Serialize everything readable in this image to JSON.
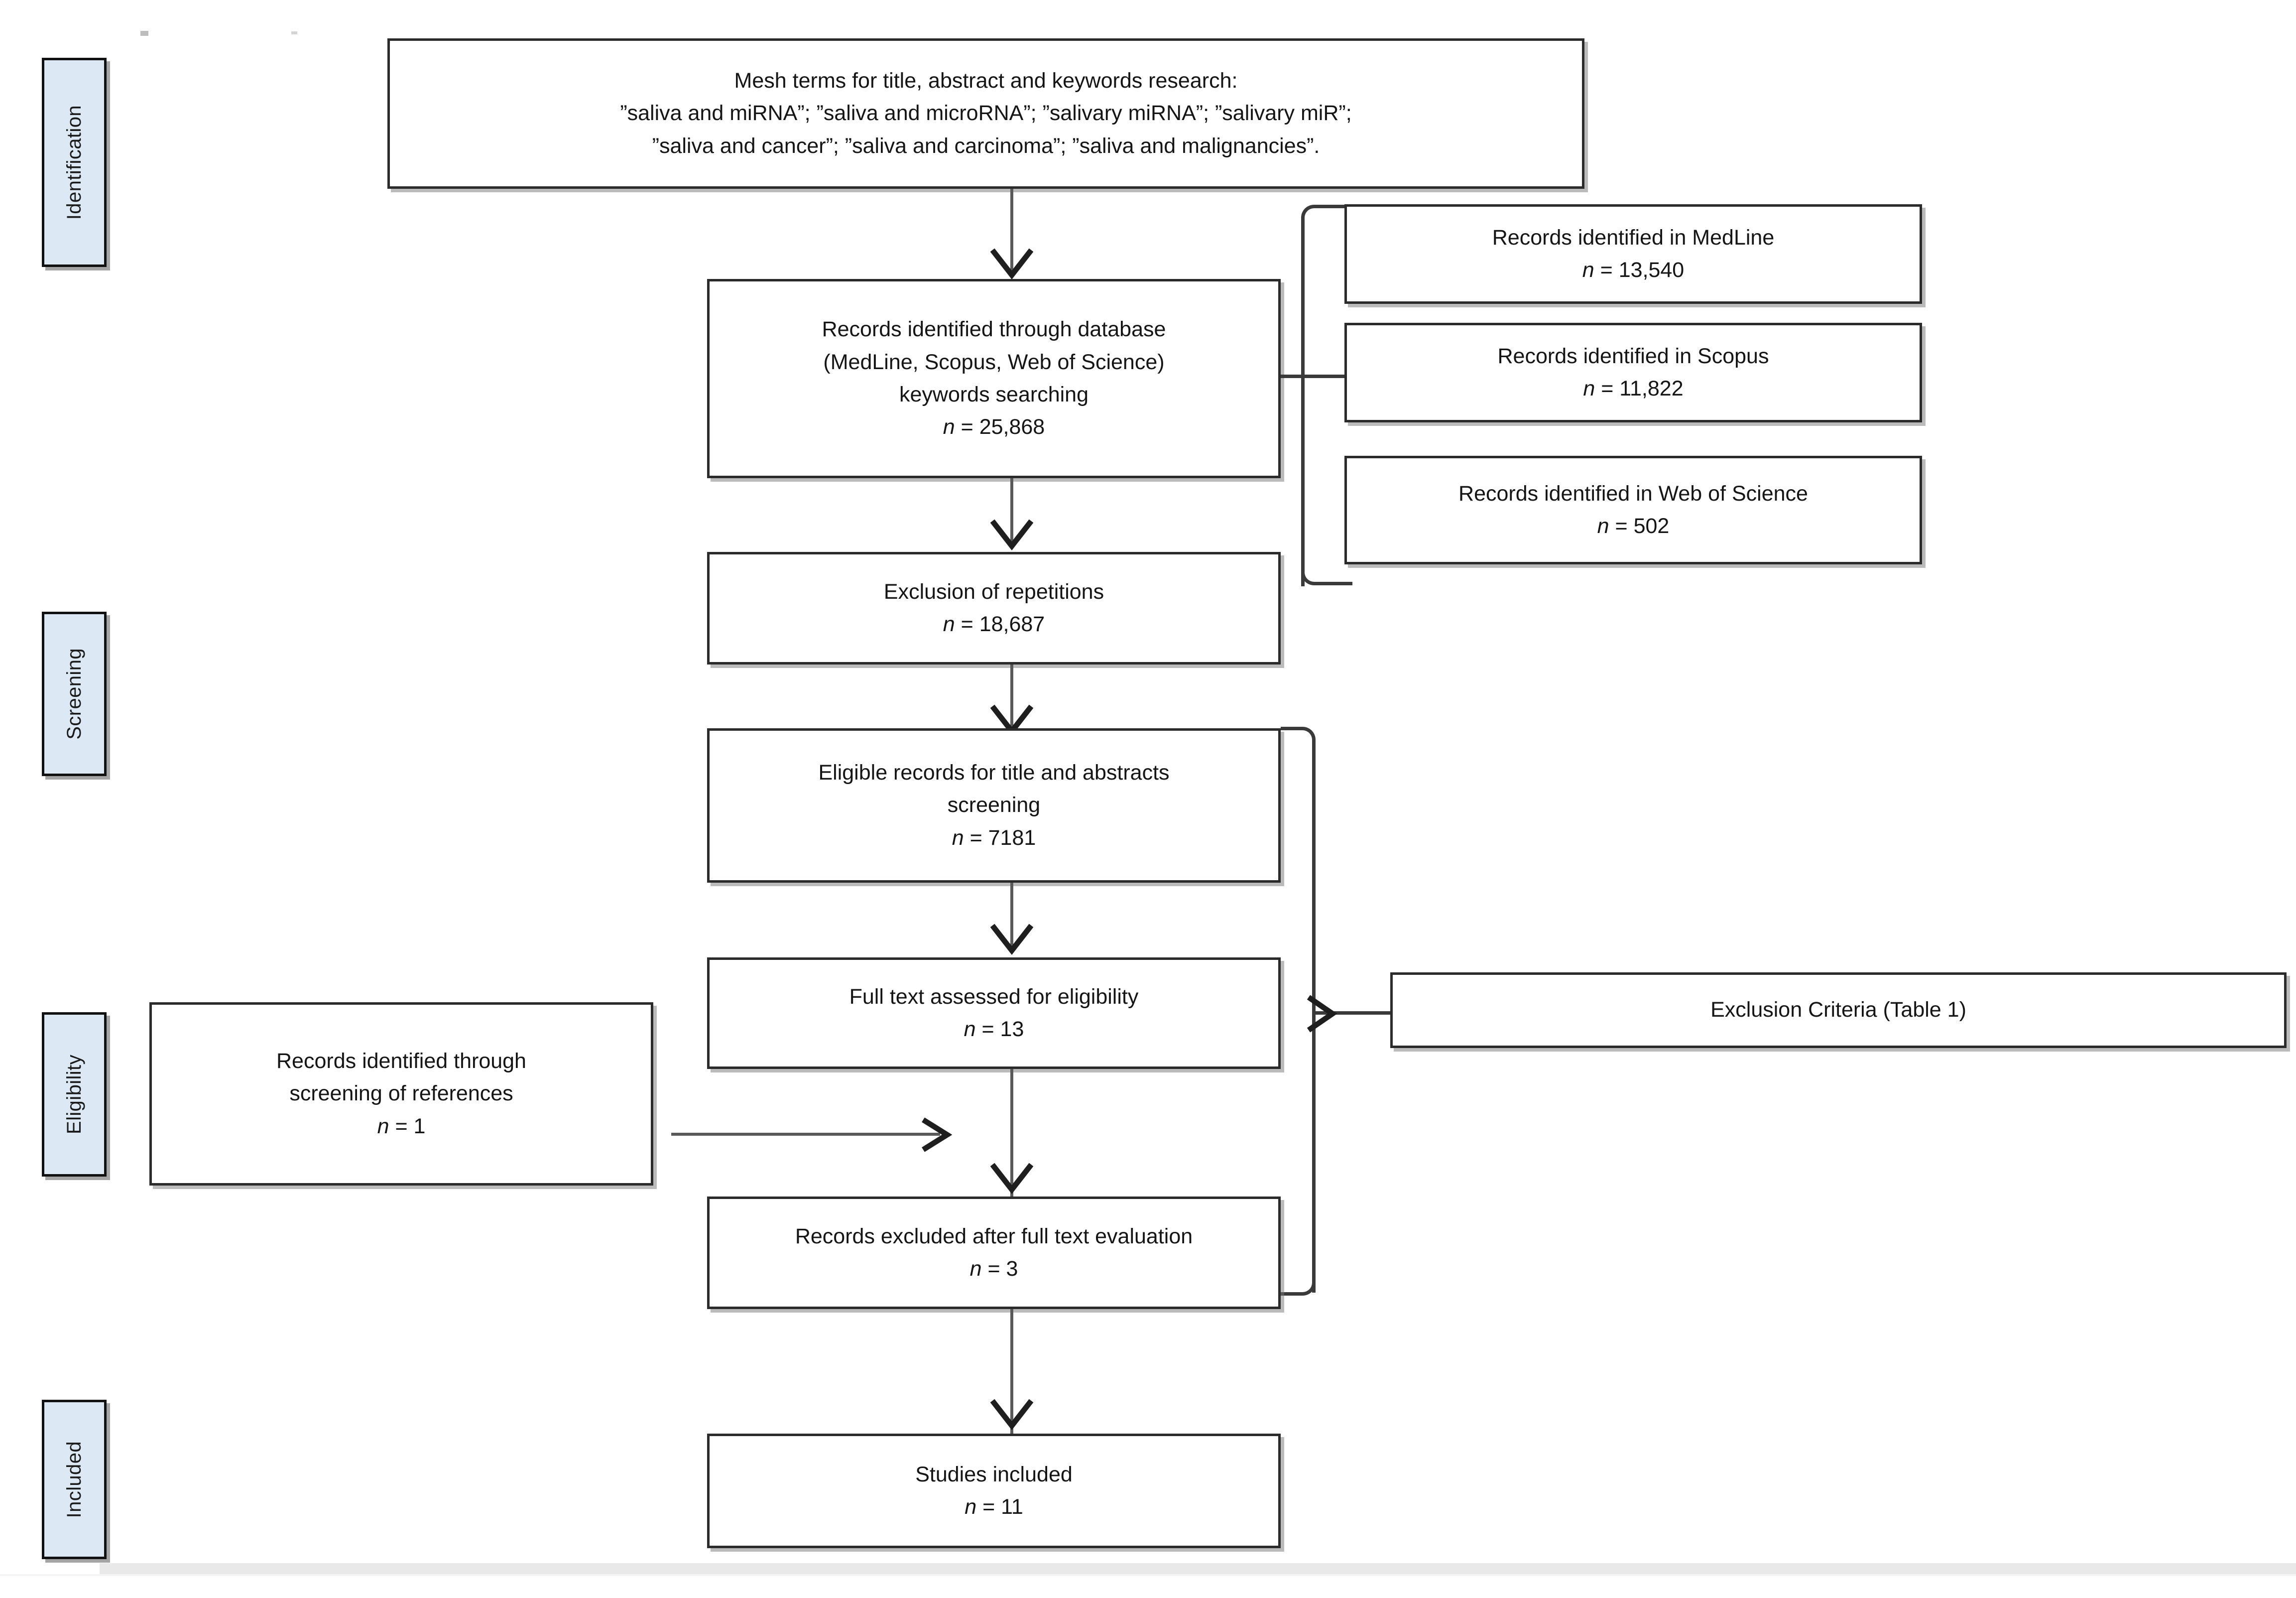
{
  "diagram": {
    "title": "PRISMA study selection flow diagram",
    "accent_color": "#dce9f5",
    "box_border_color": "#2b2b2b",
    "connector_color": "#5a5a5a"
  },
  "stages": [
    {
      "id": "identification",
      "label": "Identification"
    },
    {
      "id": "screening",
      "label": "Screening"
    },
    {
      "id": "eligibility",
      "label": "Eligibility"
    },
    {
      "id": "included",
      "label": "Included"
    }
  ],
  "boxes": {
    "mesh_terms": {
      "line1": "Mesh terms for title, abstract and keywords research:",
      "line2": "”saliva and miRNA”; ”saliva and microRNA”; ”salivary miRNA”; ”salivary miR”;",
      "line3": "”saliva and cancer”; ”saliva and carcinoma”; ”saliva and malignancies”."
    },
    "database_records": {
      "line1": "Records identified through database",
      "line2": "(MedLine, Scopus, Web of Science)",
      "line3": "keywords searching",
      "n_label": "n",
      "n_value": "25,868"
    },
    "medline": {
      "line1": "Records identified in MedLine",
      "n_label": "n",
      "n_value": "13,540"
    },
    "scopus": {
      "line1": "Records identified in Scopus",
      "n_label": "n",
      "n_value": "11,822"
    },
    "web_of_science": {
      "line1": "Records identified in Web of Science",
      "n_label": "n",
      "n_value": "502"
    },
    "exclusion_repetitions": {
      "line1": "Exclusion of repetitions",
      "n_label": "n",
      "n_value": "18,687"
    },
    "eligible_records": {
      "line1": "Eligible records for title and abstracts",
      "line2": "screening",
      "n_label": "n",
      "n_value": "7181"
    },
    "full_text": {
      "line1": "Full text assessed for eligibility",
      "n_label": "n",
      "n_value": "13"
    },
    "references_screening": {
      "line1": "Records identified through",
      "line2": "screening of references",
      "n_label": "n",
      "n_value": "1"
    },
    "records_excluded": {
      "line1": "Records excluded after full text evaluation",
      "n_label": "n",
      "n_value": "3"
    },
    "exclusion_criteria": {
      "line1": "Exclusion Criteria (Table 1)"
    },
    "studies_included": {
      "line1": "Studies included",
      "n_label": "n",
      "n_value": "11"
    }
  }
}
